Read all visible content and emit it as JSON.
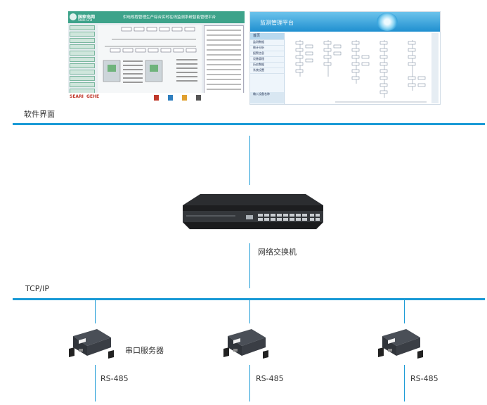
{
  "screenshots": {
    "left": {
      "brand": "国家电网",
      "brand_en": "State Grid",
      "title": "供电规程管理生产综合实时在线监测系统智能管理平台",
      "footer_brand": "SEARI",
      "footer_brand2": "GEHE"
    },
    "right": {
      "title": "监测管理平台",
      "menu": [
        "首页",
        "监测数据",
        "统计分析",
        "报警信息",
        "设备管理",
        "历史数据",
        "系统设置"
      ],
      "search_label": "输入设备名称"
    }
  },
  "labels": {
    "software": "软件界面",
    "switch": "网络交换机",
    "tcpip": "TCP/IP",
    "serial_server": "串口服务器",
    "rs485": [
      "RS-485",
      "RS-485",
      "RS-485"
    ]
  },
  "colors": {
    "bus_line": "#1a9ad6",
    "switch_body": "#2b2d30",
    "server_body": "#3a3e45"
  }
}
